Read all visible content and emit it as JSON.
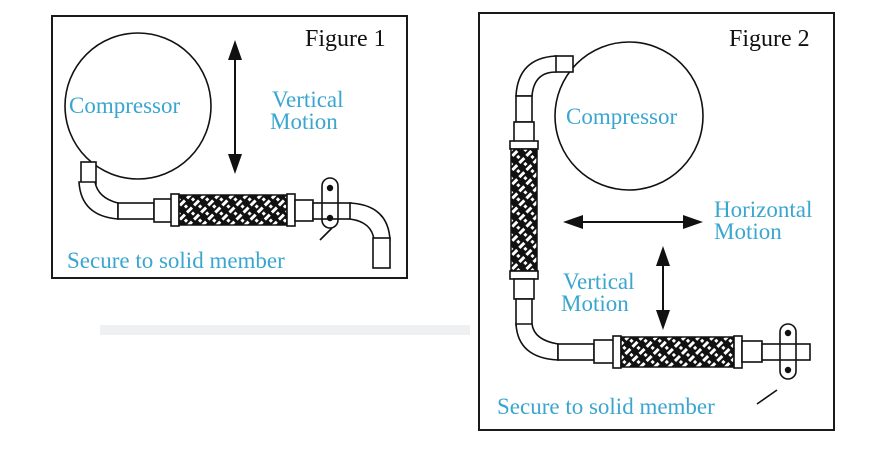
{
  "colors": {
    "label_text": "#3aa6cf",
    "line": "#111111",
    "background": "#ffffff"
  },
  "figure1": {
    "title": "Figure 1",
    "compressor_label": "Compressor",
    "motion_label_line1": "Vertical",
    "motion_label_line2": "Motion",
    "secure_label": "Secure to solid member"
  },
  "figure2": {
    "title": "Figure 2",
    "compressor_label": "Compressor",
    "horizontal_label_line1": "Horizontal",
    "horizontal_label_line2": "Motion",
    "vertical_label_line1": "Vertical",
    "vertical_label_line2": "Motion",
    "secure_label": "Secure to solid member"
  }
}
